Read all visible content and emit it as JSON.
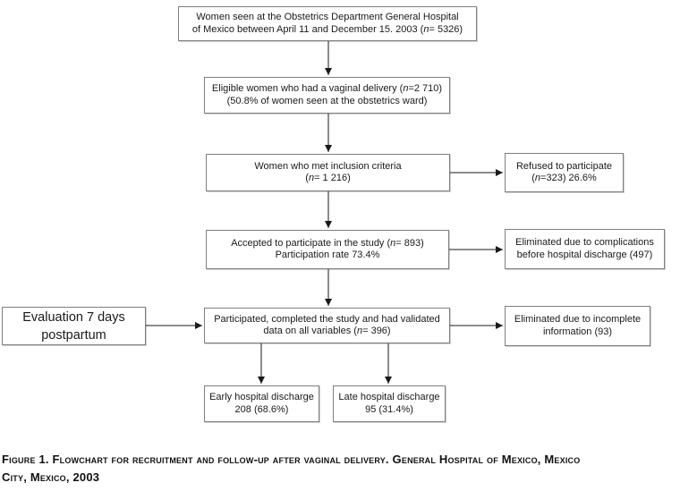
{
  "figure": {
    "background_color": "#ffffff",
    "box_border_color": "#7f7f7f",
    "arrow_color": "#1a1a1a",
    "text_color": "#1a1a1a"
  },
  "nodes": {
    "seen": {
      "line1": "Women seen at the Obstetrics Department General Hospital",
      "line2": "of Mexico between April 11 and December 15. 2003 (n= 5326)"
    },
    "eligible": {
      "line1": "Eligible women who had a vaginal delivery (n=2 710)",
      "line2": "(50.8% of women seen at the obstetrics ward)"
    },
    "inclusion": {
      "line1": "Women who met inclusion criteria",
      "line2": "(n= 1 216)"
    },
    "refused": {
      "line1": "Refused to participate",
      "line2": "(n=323) 26.6%"
    },
    "accepted": {
      "line1": "Accepted to participate in the study (n= 893)",
      "line2": "Participation rate 73.4%"
    },
    "eliminated_complications": {
      "line1": "Eliminated due to complications",
      "line2": "before hospital discharge (497)"
    },
    "evaluation": {
      "line1": "Evaluation 7 days",
      "line2": "postpartum"
    },
    "participated": {
      "line1": "Participated, completed the study and had validated",
      "line2": "data on all variables (n= 396)"
    },
    "eliminated_incomplete": {
      "line1": "Eliminated due to incomplete",
      "line2": "information (93)"
    },
    "early_discharge": {
      "line1": "Early hospital discharge",
      "line2": "208 (68.6%)"
    },
    "late_discharge": {
      "line1": "Late hospital discharge",
      "line2": "95 (31.4%)"
    }
  },
  "caption": {
    "line1": "Figure 1. Flowchart for recruitment and follow-up after vaginal delivery. General Hospital of Mexico, Mexico",
    "line2": "City, Mexico, 2003"
  }
}
